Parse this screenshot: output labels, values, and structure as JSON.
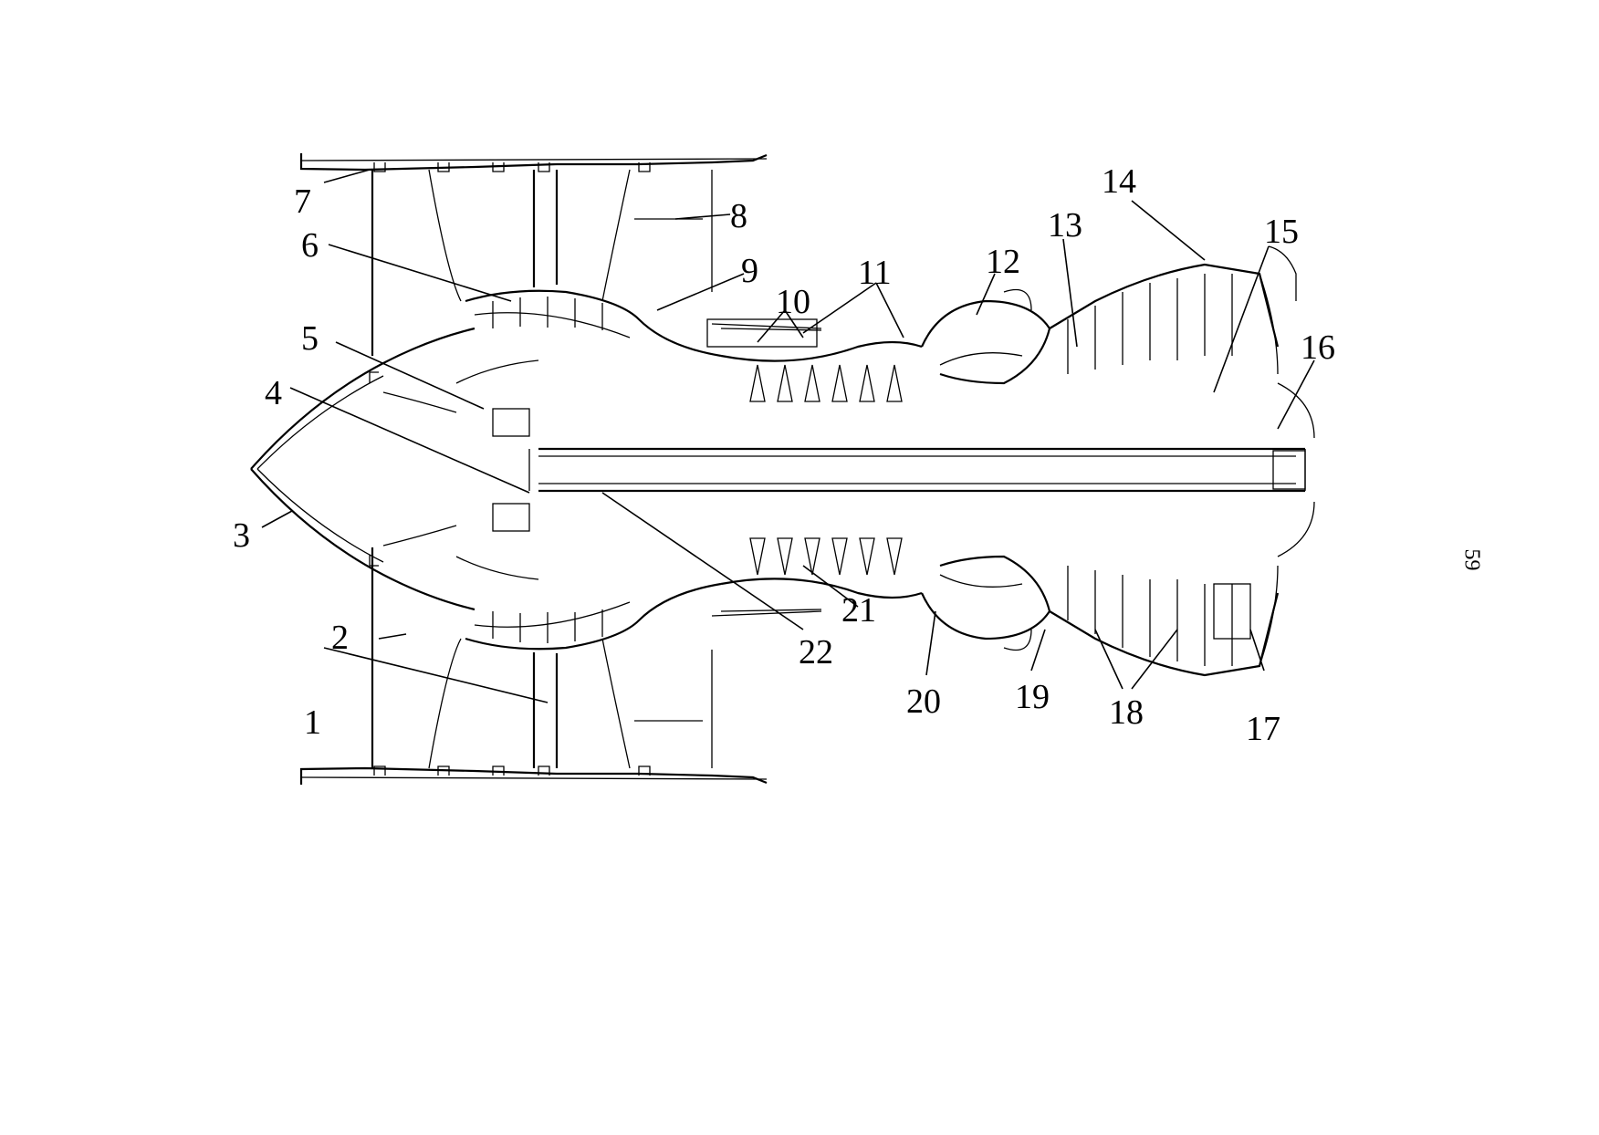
{
  "labels": {
    "l1": "1",
    "l2": "2",
    "l3": "3",
    "l4": "4",
    "l5": "5",
    "l6": "6",
    "l7": "7",
    "l8": "8",
    "l9": "9",
    "l10": "10",
    "l11": "11",
    "l12": "12",
    "l13": "13",
    "l14": "14",
    "l15": "15",
    "l16": "16",
    "l17": "17",
    "l18": "18",
    "l19": "19",
    "l20": "20",
    "l21": "21",
    "l22": "22"
  },
  "page_number": "59"
}
